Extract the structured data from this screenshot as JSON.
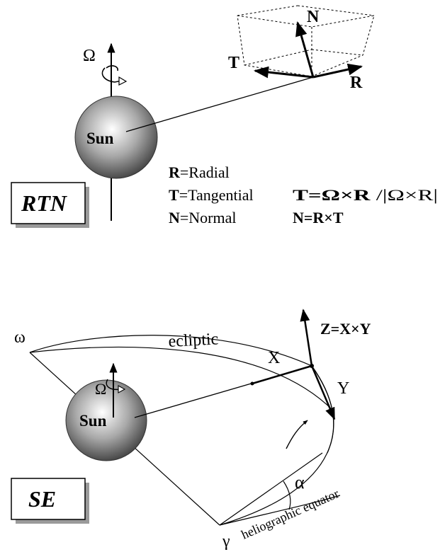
{
  "rtn_panel": {
    "box_label": "RTN",
    "sun_label": "Sun",
    "omega_label": "Ω",
    "axis_N": "N",
    "axis_T": "T",
    "axis_R": "R",
    "legend": [
      {
        "bold": "R",
        "text": "=Radial"
      },
      {
        "bold": "T",
        "text": "=Tangential",
        "formula_bold": "T=Ω×R",
        "formula_text": " /|Ω×R|"
      },
      {
        "bold": "N",
        "text": "=Normal",
        "formula_bold": "N=R×T",
        "formula_text": ""
      }
    ]
  },
  "se_panel": {
    "box_label": "SE",
    "sun_label": "Sun",
    "omega_upper": "Ω",
    "omega_lower": "ω",
    "ecliptic_label": "ecliptic",
    "equator_label": "heliographic equator",
    "alpha_label": "α",
    "gamma_label": "γ",
    "axis_X": "X",
    "axis_Y": "Y",
    "axis_Z": "Z=X×Y"
  },
  "colors": {
    "ink": "#000000",
    "sun_light": "#ffffff",
    "sun_dark": "#4a4a4a",
    "shadow": "#9a9a9a"
  }
}
